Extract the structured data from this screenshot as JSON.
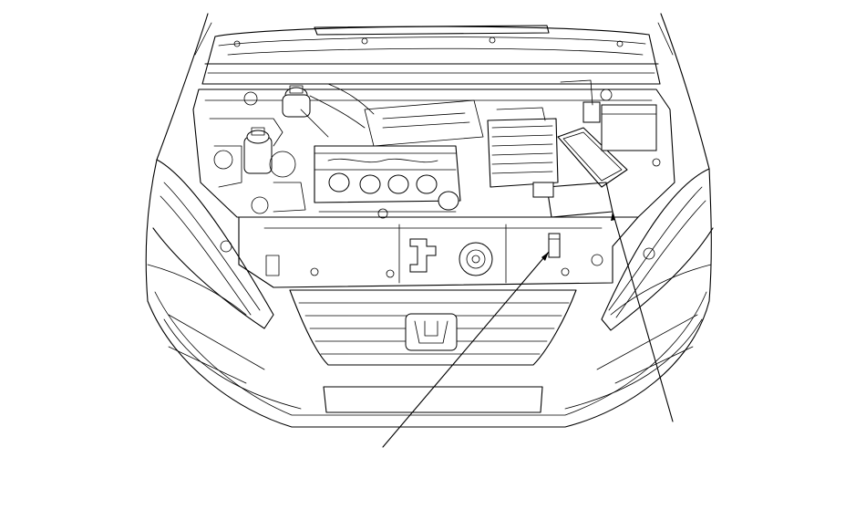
{
  "figure": {
    "line_color": "#000000",
    "background": "#ffffff",
    "callouts": [
      {
        "id": "callout-left",
        "target": "fuse-box-small"
      },
      {
        "id": "callout-right",
        "target": "underhood-fuse-box"
      }
    ]
  }
}
